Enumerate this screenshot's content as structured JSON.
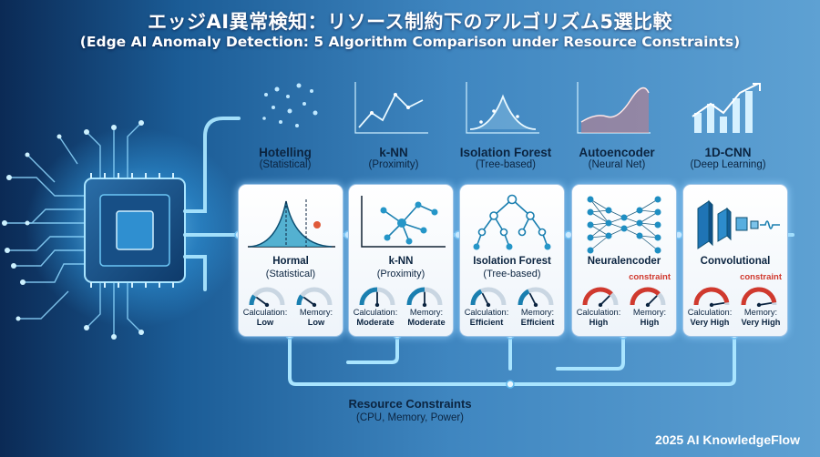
{
  "title_ja": "エッジAI異常検知：リソース制約下のアルゴリズム5選比較",
  "title_en": "(Edge AI Anomaly Detection: 5 Algorithm Comparison under Resource Constraints)",
  "algorithms": [
    {
      "name": "Hotelling",
      "sub": "(Statistical)",
      "card_name": "Hormal",
      "card_sub": "(Statistical)",
      "tag": "",
      "calc_label": "Calculation:",
      "calc": "Low",
      "mem_label": "Memory:",
      "mem": "Low",
      "calc_level": 0.2,
      "mem_level": 0.2
    },
    {
      "name": "k-NN",
      "sub": "(Proximity)",
      "card_name": "k-NN",
      "card_sub": "(Proximity)",
      "tag": "",
      "calc_label": "Calculation:",
      "calc": "Moderate",
      "mem_label": "Memory:",
      "mem": "Moderate",
      "calc_level": 0.5,
      "mem_level": 0.5
    },
    {
      "name": "Isolation Forest",
      "sub": "(Tree-based)",
      "card_name": "Isolation Forest",
      "card_sub": "(Tree-based)",
      "tag": "",
      "calc_label": "Calculation:",
      "calc": "Efficient",
      "mem_label": "Memory:",
      "mem": "Efficient",
      "calc_level": 0.35,
      "mem_level": 0.35
    },
    {
      "name": "Autoencoder",
      "sub": "(Neural Net)",
      "card_name": "Neuralencoder",
      "card_sub": "",
      "tag": "constraint",
      "calc_label": "Calculation:",
      "calc": "High",
      "mem_label": "Memory:",
      "mem": "High",
      "calc_level": 0.75,
      "mem_level": 0.75
    },
    {
      "name": "1D-CNN",
      "sub": "(Deep Learning)",
      "card_name": "Convolutional",
      "card_sub": "",
      "tag": "constraint",
      "calc_label": "Calculation:",
      "calc": "Very High",
      "mem_label": "Memory:",
      "mem": "Very High",
      "calc_level": 0.95,
      "mem_level": 0.95
    }
  ],
  "resource": {
    "title": "Resource Constraints",
    "sub": "(CPU, Memory, Power)"
  },
  "footer": "2025 AI KnowledgeFlow",
  "colors": {
    "accent": "#1a7fb0",
    "warn": "#d0392e",
    "ink": "#0b2440",
    "glow": "#8fd8ff"
  }
}
